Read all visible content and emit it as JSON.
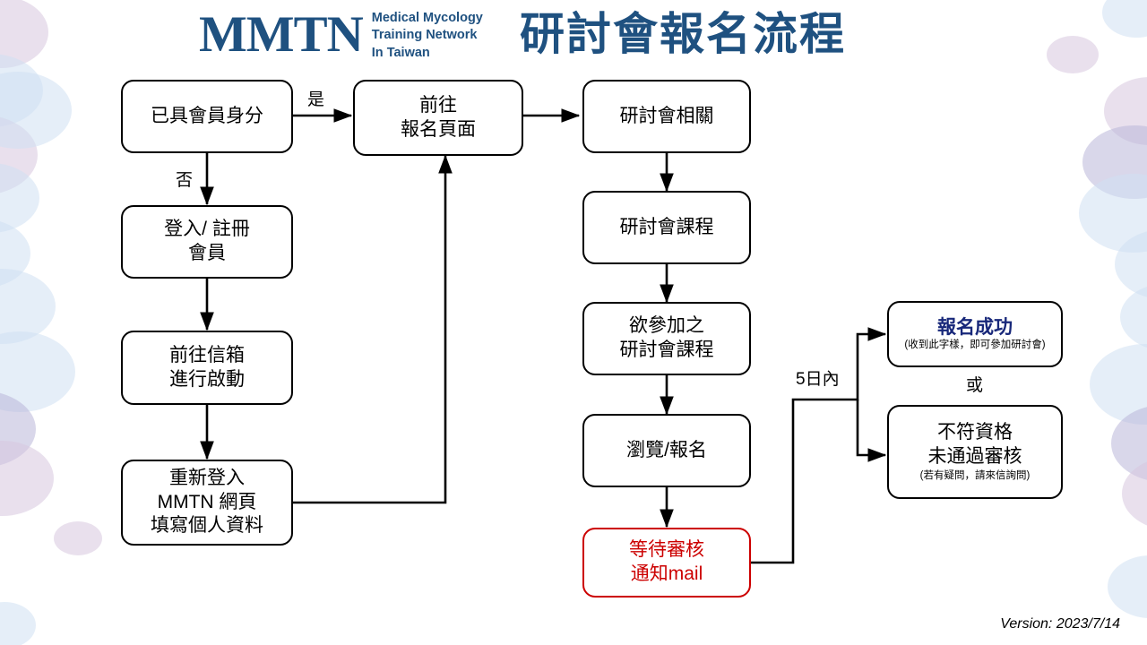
{
  "header": {
    "logo_mark": "MMTN",
    "logo_sub_lines": [
      "Medical Mycology",
      "Training Network",
      "In Taiwan"
    ],
    "title": "研討會報名流程",
    "brand_color": "#1f5180"
  },
  "footer": {
    "version": "Version: 2023/7/14"
  },
  "colors": {
    "node_border": "#000000",
    "alert_border": "#cc0000",
    "alert_text": "#cc0000",
    "success_text": "#18287a",
    "bubble_purple": "#d7c6df",
    "bubble_blue": "#cfe0f2"
  },
  "nodes": {
    "has_membership": {
      "lines": [
        "已具會員身分"
      ]
    },
    "login_register": {
      "lines": [
        "登入/ 註冊",
        "會員"
      ]
    },
    "go_mailbox": {
      "lines": [
        "前往信箱",
        "進行啟動"
      ]
    },
    "relogin_fill": {
      "lines": [
        "重新登入",
        "MMTN 網頁",
        "填寫個人資料"
      ]
    },
    "go_signup_page": {
      "lines": [
        "前往",
        "報名頁面"
      ]
    },
    "seminar_related": {
      "lines": [
        "研討會相關"
      ]
    },
    "seminar_course": {
      "lines": [
        "研討會課程"
      ]
    },
    "desired_course": {
      "lines": [
        "欲參加之",
        "研討會課程"
      ]
    },
    "browse_signup": {
      "lines": [
        "瀏覽/報名"
      ]
    },
    "await_review": {
      "lines": [
        "等待審核",
        "通知mail"
      ]
    },
    "signup_success": {
      "lines": [
        "報名成功"
      ],
      "note": "(收到此字樣，即可參加研討會)"
    },
    "not_qualified": {
      "lines": [
        "不符資格",
        "未通過審核"
      ],
      "note": "(若有疑問，請來信詢問)"
    }
  },
  "edge_labels": {
    "yes": "是",
    "no": "否",
    "within_5_days": "5日內",
    "or": "或"
  }
}
